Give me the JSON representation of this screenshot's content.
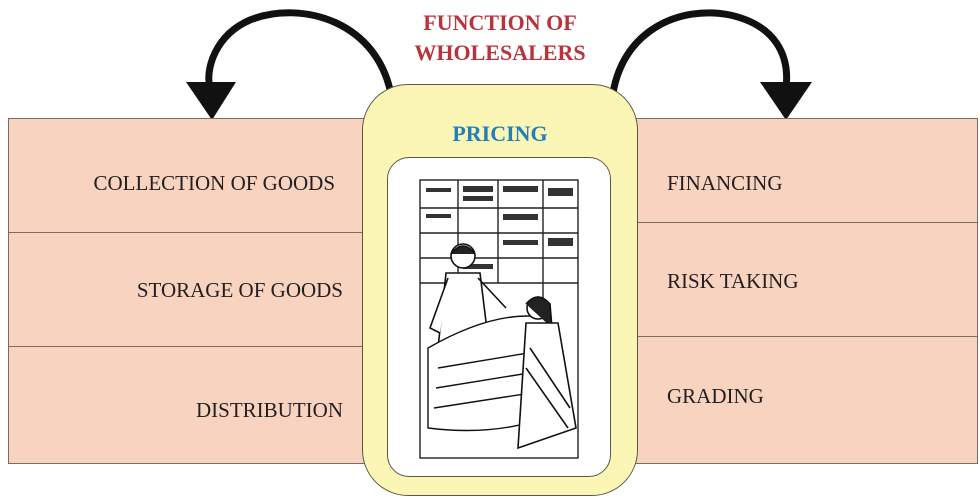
{
  "title": {
    "line1": "FUNCTION OF",
    "line2": "WHOLESALERS"
  },
  "center": {
    "label": "PRICING"
  },
  "left_functions": [
    {
      "label": "COLLECTION OF GOODS"
    },
    {
      "label": "STORAGE OF GOODS"
    },
    {
      "label": "DISTRIBUTION"
    }
  ],
  "right_functions": [
    {
      "label": "FINANCING"
    },
    {
      "label": "RISK TAKING"
    },
    {
      "label": "GRADING"
    }
  ],
  "colors": {
    "title": "#b8333a",
    "pricing": "#1f7fbf",
    "panel_fill": "#f8d3c0",
    "center_fill": "#fcf6b6"
  },
  "illustration": "wholesaler-showing-cloth-to-customer"
}
